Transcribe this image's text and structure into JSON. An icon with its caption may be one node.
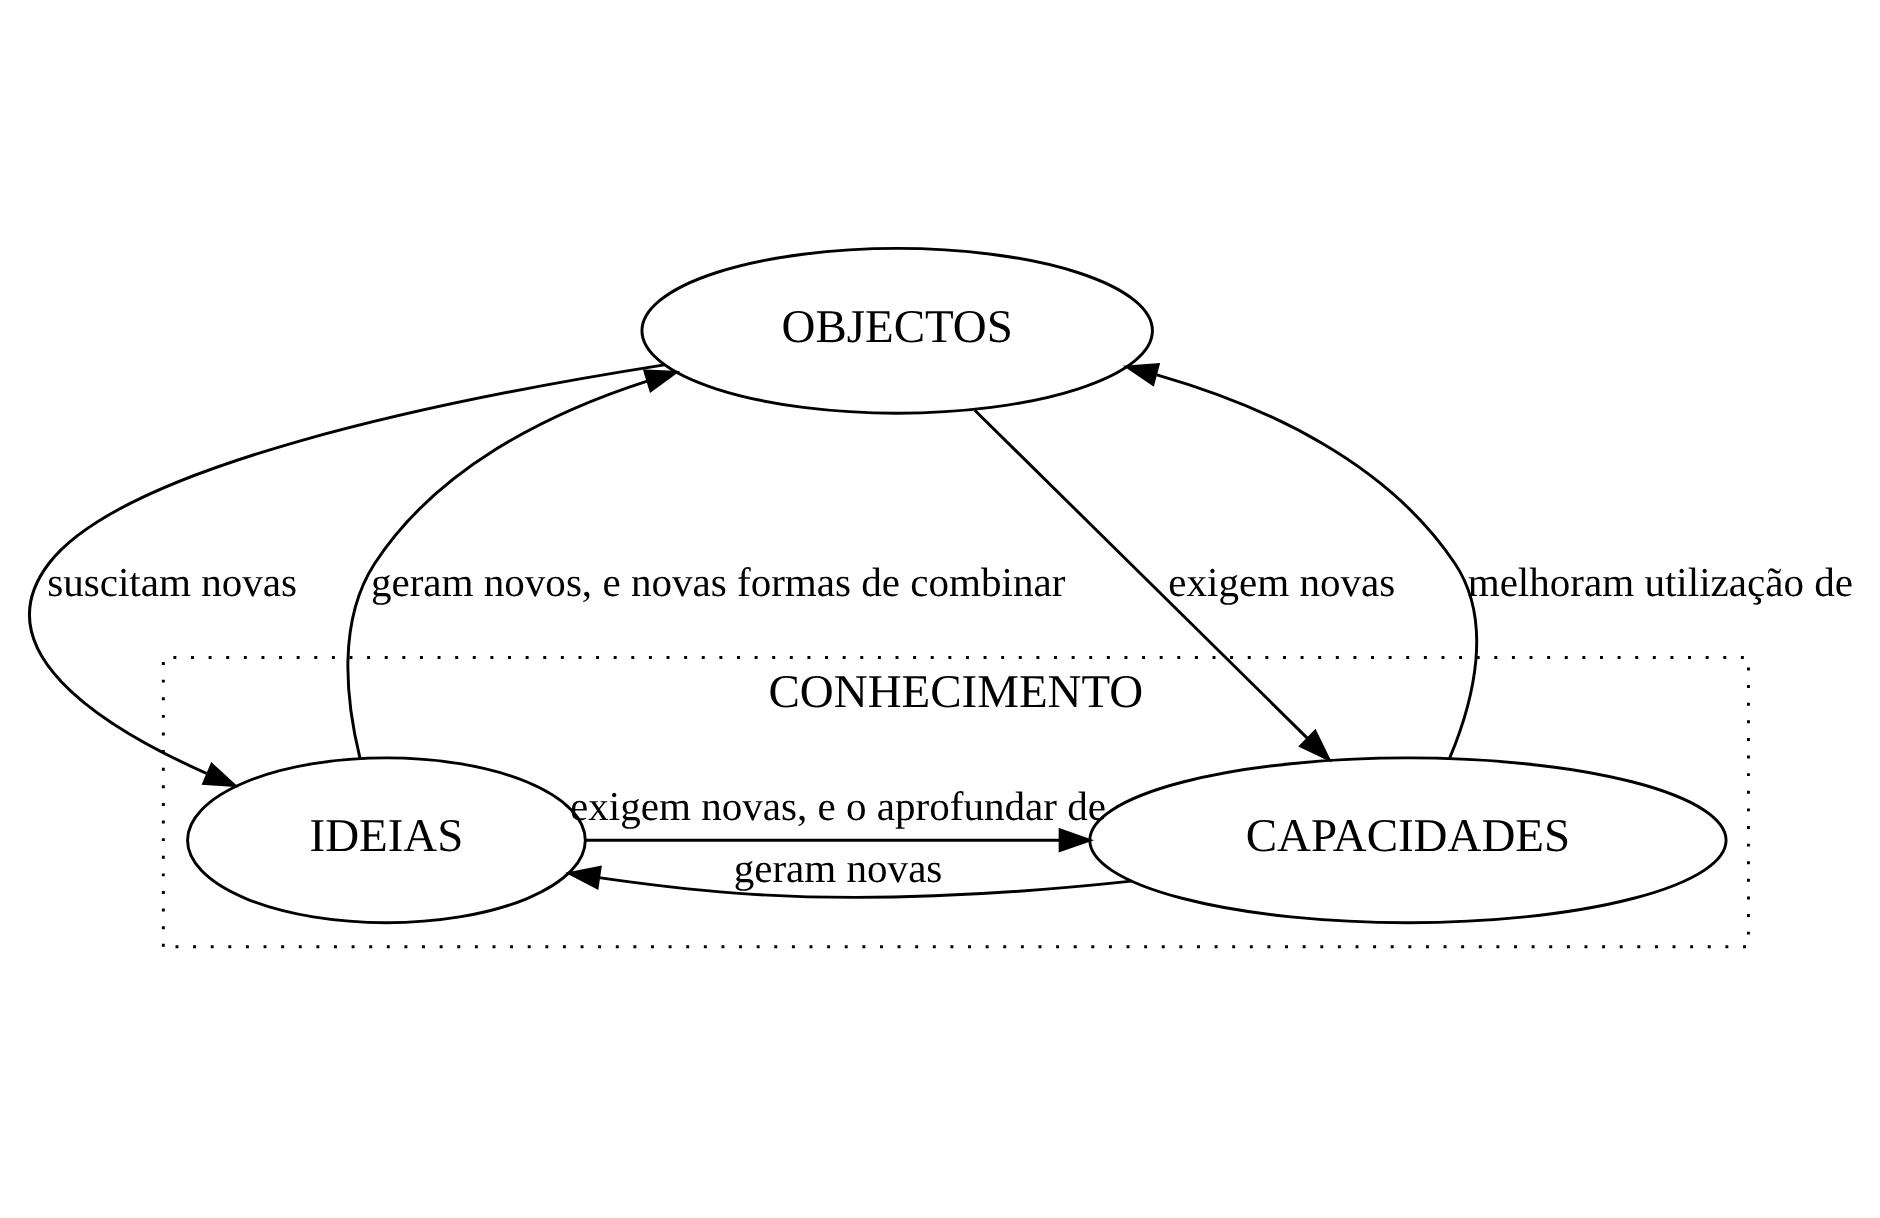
{
  "diagram": {
    "nodes": [
      {
        "text": [
          "OBJECTOS"
        ]
      },
      {
        "text": [
          "CONHECIMENTO"
        ]
      },
      {
        "text": [
          "IDEIAS"
        ],
        "in": 1
      },
      {
        "text": [
          "CAPACIDADES"
        ],
        "in": 1
      }
    ],
    "edges": [
      {
        "from": 2,
        "to": 0,
        "arrow": "to",
        "label": "geram novos, e novas formas de combinar"
      },
      {
        "from": 0,
        "to": 2,
        "arrow": "to",
        "label": "suscitam novas"
      },
      {
        "from": 0,
        "to": 3,
        "arrow": "to",
        "label": "exigem novas"
      },
      {
        "from": 3,
        "to": 0,
        "arrow": "to",
        "label": "melhoram utilização de"
      },
      {
        "from": 3,
        "to": 2,
        "arrow": "to",
        "label": "geram novas"
      },
      {
        "from": 2,
        "to": 3,
        "arrow": "to",
        "label": "exigem novas, e o aprofundar de"
      }
    ]
  }
}
